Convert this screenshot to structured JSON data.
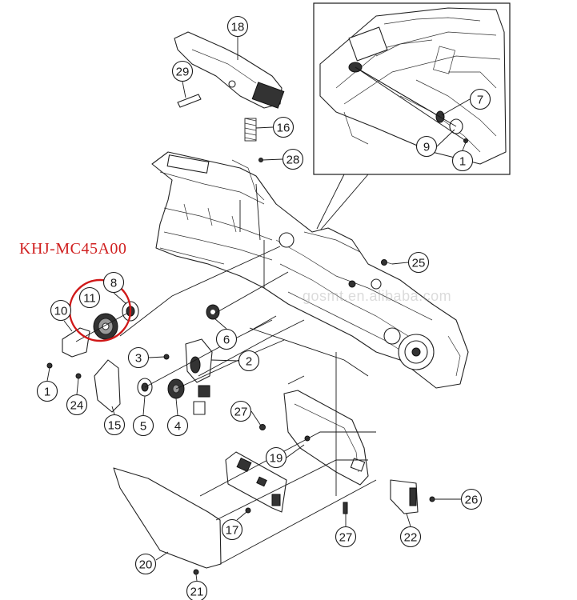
{
  "model_code": "KHJ-MC45A00",
  "watermark_text": "gosmt.en.alibaba.com",
  "colors": {
    "model_code": "#d02020",
    "highlight_circle": "#d01818",
    "line": "#1a1a1a",
    "watermark": "#9a9a9a"
  },
  "highlighted_part": "11",
  "callouts": [
    {
      "id": "18",
      "label": "18"
    },
    {
      "id": "29",
      "label": "29"
    },
    {
      "id": "16",
      "label": "16"
    },
    {
      "id": "28",
      "label": "28"
    },
    {
      "id": "7",
      "label": "7"
    },
    {
      "id": "9",
      "label": "9"
    },
    {
      "id": "1a",
      "label": "1"
    },
    {
      "id": "25",
      "label": "25"
    },
    {
      "id": "8",
      "label": "8"
    },
    {
      "id": "11",
      "label": "11"
    },
    {
      "id": "10",
      "label": "10"
    },
    {
      "id": "6",
      "label": "6"
    },
    {
      "id": "3",
      "label": "3"
    },
    {
      "id": "2",
      "label": "2"
    },
    {
      "id": "1b",
      "label": "1"
    },
    {
      "id": "24",
      "label": "24"
    },
    {
      "id": "15",
      "label": "15"
    },
    {
      "id": "5",
      "label": "5"
    },
    {
      "id": "4",
      "label": "4"
    },
    {
      "id": "27a",
      "label": "27"
    },
    {
      "id": "19",
      "label": "19"
    },
    {
      "id": "17",
      "label": "17"
    },
    {
      "id": "27b",
      "label": "27"
    },
    {
      "id": "26",
      "label": "26"
    },
    {
      "id": "22",
      "label": "22"
    },
    {
      "id": "20",
      "label": "20"
    },
    {
      "id": "21",
      "label": "21"
    }
  ]
}
